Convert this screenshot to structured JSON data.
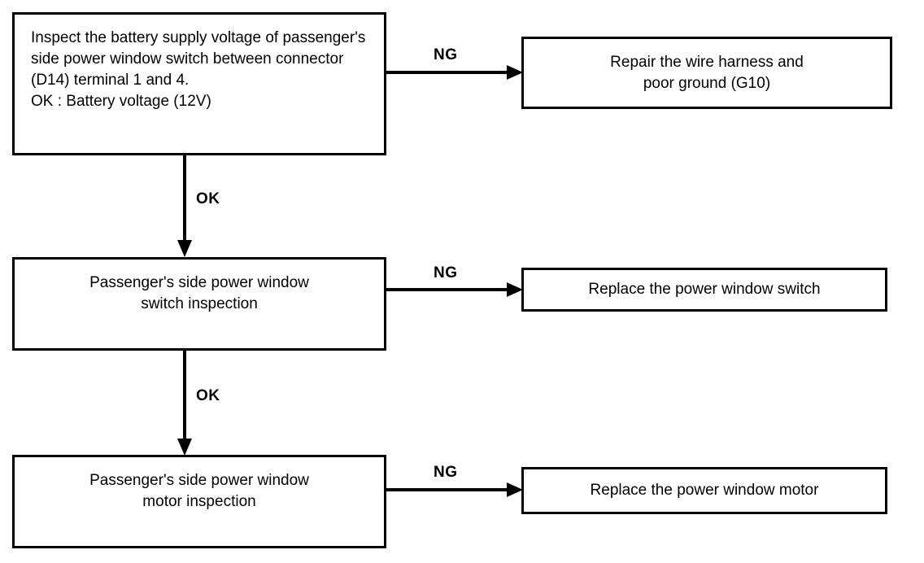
{
  "diagram": {
    "type": "troubleshooting-flowchart",
    "nodes": [
      {
        "id": "inspect-battery-supply-voltage",
        "role": "step",
        "text": "Inspect the battery supply voltage of passenger's side power window switch between connector (D14) terminal 1 and 4.\nOK : Battery voltage (12V)"
      },
      {
        "id": "repair-wire-harness",
        "role": "remedy",
        "text": "Repair the wire harness and\npoor ground (G10)"
      },
      {
        "id": "switch-inspection",
        "role": "step",
        "text": "Passenger's side power window\nswitch inspection"
      },
      {
        "id": "replace-power-window-switch",
        "role": "remedy",
        "text": "Replace the power window switch"
      },
      {
        "id": "motor-inspection",
        "role": "step",
        "text": "Passenger's side power window\nmotor inspection"
      },
      {
        "id": "replace-power-window-motor",
        "role": "remedy",
        "text": "Replace the power window motor"
      }
    ],
    "edges": [
      {
        "id": "ng-1",
        "label": "NG",
        "from": "inspect-battery-supply-voltage",
        "to": "repair-wire-harness"
      },
      {
        "id": "ok-1",
        "label": "OK",
        "from": "inspect-battery-supply-voltage",
        "to": "switch-inspection"
      },
      {
        "id": "ng-2",
        "label": "NG",
        "from": "switch-inspection",
        "to": "replace-power-window-switch"
      },
      {
        "id": "ok-2",
        "label": "OK",
        "from": "switch-inspection",
        "to": "motor-inspection"
      },
      {
        "id": "ng-3",
        "label": "NG",
        "from": "motor-inspection",
        "to": "replace-power-window-motor"
      }
    ],
    "colors": {
      "stroke": "#000000",
      "fill": "#ffffff",
      "text": "#000000"
    }
  }
}
